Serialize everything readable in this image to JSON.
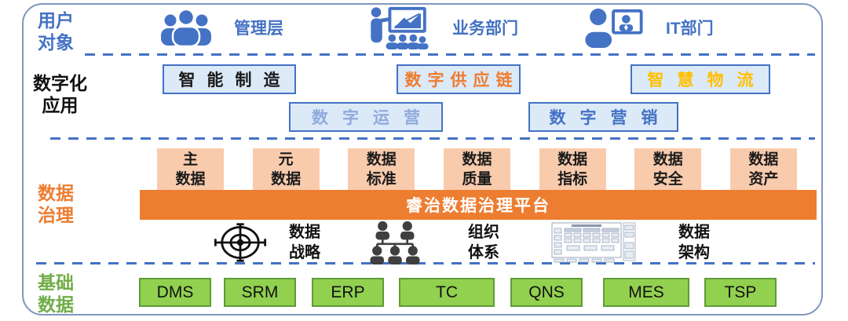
{
  "palette": {
    "blue": "#4472C4",
    "light_blue_fill": "#DCE9F7",
    "orange": "#ED7D31",
    "peach": "#F8CBAD",
    "gold": "#FFC000",
    "soft_blue_text": "#8FAADC",
    "green_text": "#70AD47",
    "green_fill": "#92D050",
    "green_border": "#5E9C39",
    "frame_border": "#8096BE",
    "dark_icon": "#3F3F3F"
  },
  "sections": {
    "users": {
      "label": {
        "line1": "用户",
        "line2": "对象"
      },
      "items": [
        {
          "icon": "people-group-icon",
          "label": "管理层"
        },
        {
          "icon": "presenter-icon",
          "label": "业务部门"
        },
        {
          "icon": "it-person-icon",
          "label": "IT部门"
        }
      ]
    },
    "apps": {
      "label": {
        "line1": "数字化",
        "line2": "应用"
      },
      "row1": [
        {
          "label": "智能制造",
          "text_color": "#1a1a1a"
        },
        {
          "label": "数字供应链",
          "text_color": "#ED7D31"
        },
        {
          "label": "智慧物流",
          "text_color": "#FFC000"
        }
      ],
      "row2": [
        {
          "label": "数字运营",
          "text_color": "#8FAADC"
        },
        {
          "label": "数字营销",
          "text_color": "#4472C4"
        }
      ]
    },
    "governance": {
      "label": {
        "line1": "数据",
        "line2": "治理"
      },
      "pillars": [
        {
          "line1": "主",
          "line2": "数据"
        },
        {
          "line1": "元",
          "line2": "数据"
        },
        {
          "line1": "数据",
          "line2": "标准"
        },
        {
          "line1": "数据",
          "line2": "质量"
        },
        {
          "line1": "数据",
          "line2": "指标"
        },
        {
          "line1": "数据",
          "line2": "安全"
        },
        {
          "line1": "数据",
          "line2": "资产"
        }
      ],
      "platform_bar": "睿治数据治理平台",
      "foundations": [
        {
          "icon": "target-icon",
          "label": {
            "line1": "数据",
            "line2": "战略"
          }
        },
        {
          "icon": "org-chart-icon",
          "label": {
            "line1": "组织",
            "line2": "体系"
          }
        },
        {
          "icon": "architecture-diagram-icon",
          "label": {
            "line1": "数据",
            "line2": "架构"
          }
        }
      ]
    },
    "base": {
      "label": {
        "line1": "基础",
        "line2": "数据"
      },
      "systems": [
        "DMS",
        "SRM",
        "ERP",
        "TC",
        "QNS",
        "MES",
        "TSP"
      ]
    }
  }
}
